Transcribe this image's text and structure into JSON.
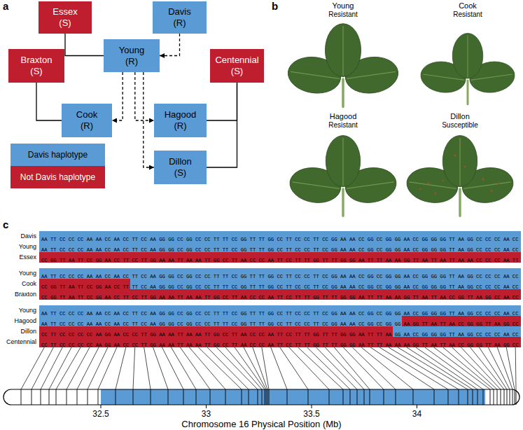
{
  "diagram": {
    "nodes": [
      {
        "text": [
          "Essex",
          "(S)"
        ]
      },
      {
        "text": [
          "Davis",
          "(R)"
        ]
      },
      {
        "text": [
          "Young",
          "(R)"
        ]
      },
      {
        "text": [
          "Braxton",
          "(S)"
        ]
      },
      {
        "text": [
          "Centennial",
          "(S)"
        ]
      },
      {
        "text": [
          "Cook",
          "(R)"
        ]
      },
      {
        "text": [
          "Hagood",
          "(R)"
        ]
      },
      {
        "text": [
          "Dillon",
          "(S)"
        ]
      },
      {
        "text": [
          "Davis",
          "AA TT CC CC CC AA AA CC AA CC TT CC AA GG GG CC GG CC CC TT TT CC GG TT TT GG CC TT CC CC TT CC GG AA AA CC GG CC GG GG AA CC GG GG GG TT AA GG CC CC CC AA CC"
        ]
      },
      {
        "text": [
          "Young",
          "AA TT CC CC CC AA AA CC AA CC TT CC AA GG GG CC GG CC CC TT TT CC GG TT TT GG CC TT CC CC TT CC GG AA AA CC GG CC GG GG AA CC GG GG GG TT AA GG CC CC CC AA CC"
        ]
      },
      {
        "text": [
          "Essex",
          "CC GG TT AA TT CC GG AA CC TT CC TT GG AA AA TT AA AA TT GG CC TT AA CC CC AA TT CC TT TT GG TT TT GG GG AA TT TT AA AA GG TT AA TT AA TT AA AA CC CC CC AA TT"
        ]
      },
      {
        "text": [
          "Young",
          "AA TT CC CC CC AA AA CC AA CC TT CC AA GG GG CC GG CC CC TT TT CC GG TT TT GG CC TT CC CC TT CC GG AA AA CC GG CC GG GG AA CC GG GG GG TT AA GG CC CC CC AA CC"
        ]
      },
      {
        "text": [
          "Cook",
          "CC GG TT AA TT CC GG AA CC TT TT CC AA GG GG CC GG CC CC TT TT CC GG TT TT GG CC TT CC CC TT CC GG AA AA CC GG CC GG GG AA CC GG GG GG TT AA GG CC CC CC AA CC"
        ]
      },
      {
        "text": [
          "Braxton",
          "CC GG TT AA TT CC GG AA CC TT CC TT GG AA AA TT AA AA TT GG CC TT AA CC CC AA TT CC TT TT GG TT TT GG GG AA TT TT AA AA GG TT AA TT AA CC GG TT AA GG CC AA CC"
        ]
      },
      {
        "text": [
          "Young",
          "AA TT CC CC CC AA AA CC AA CC TT CC AA GG GG CC GG CC CC TT TT CC GG TT TT GG CC TT CC CC TT CC GG AA AA CC GG CC GG GG AA CC GG GG GG TT AA GG CC CC CC AA CC"
        ]
      },
      {
        "text": [
          "Hagood",
          "AA TT CC CC CC AA AA CC AA CC TT CC AA GG GG CC GG CC CC TT TT CC GG TT TT GG CC TT CC CC TT CC GG AA AA CC GG CC GG GG AA GG TT AA TT AA CC GG GG TT AA GG CC"
        ]
      },
      {
        "text": [
          "Dillon",
          "CC TT CC CC CC CC AA GG AA CC CC TT GG AA AA TT AA AA TT GG CC TT AA CC CC AA TT CC TT TT GG TT TT GG GG AA TT TT AA GG AA CC GG GG GG TT AA GG CC CC CC AA CC"
        ]
      },
      {
        "text": [
          "Centennial",
          "CC TT CC CC CC CC AA GG AA CC CC TT GG AA AA TT AA AA TT GG CC TT AA CC CC AA TT CC TT TT GG TT TT GG GG AA TT TT AA AA AA GG TT AA TT AA CC GG GG TT AA GG CC"
        ]
      }
    ],
    "edges": [
      {
        "from": 0,
        "to": 2,
        "arrow": "none"
      },
      {
        "from": 1,
        "to": 2,
        "arrow": "to"
      },
      {
        "from": 3,
        "to": 5,
        "arrow": "none"
      },
      {
        "from": 2,
        "to": 5,
        "arrow": "to"
      },
      {
        "from": 2,
        "to": 6,
        "arrow": "to"
      },
      {
        "from": 2,
        "to": 7,
        "arrow": "to"
      },
      {
        "from": 4,
        "to": 6,
        "arrow": "none"
      },
      {
        "from": 4,
        "to": 7,
        "arrow": "none"
      }
    ],
    "labels": [
      "a",
      "b",
      "Young",
      "Resistant",
      "Cook",
      "Resistant",
      "Hagood",
      "Resistant",
      "Dillon",
      "Susceptible",
      "c",
      "32.5",
      "33",
      "33.5",
      "34",
      "Chromosome 16 Physical Position (Mb)"
    ],
    "legend": [
      {
        "text": "Davis haplotype",
        "color": "#5b9bd5"
      },
      {
        "text": "Not Davis haplotype",
        "color": "#be1e2d"
      }
    ]
  }
}
